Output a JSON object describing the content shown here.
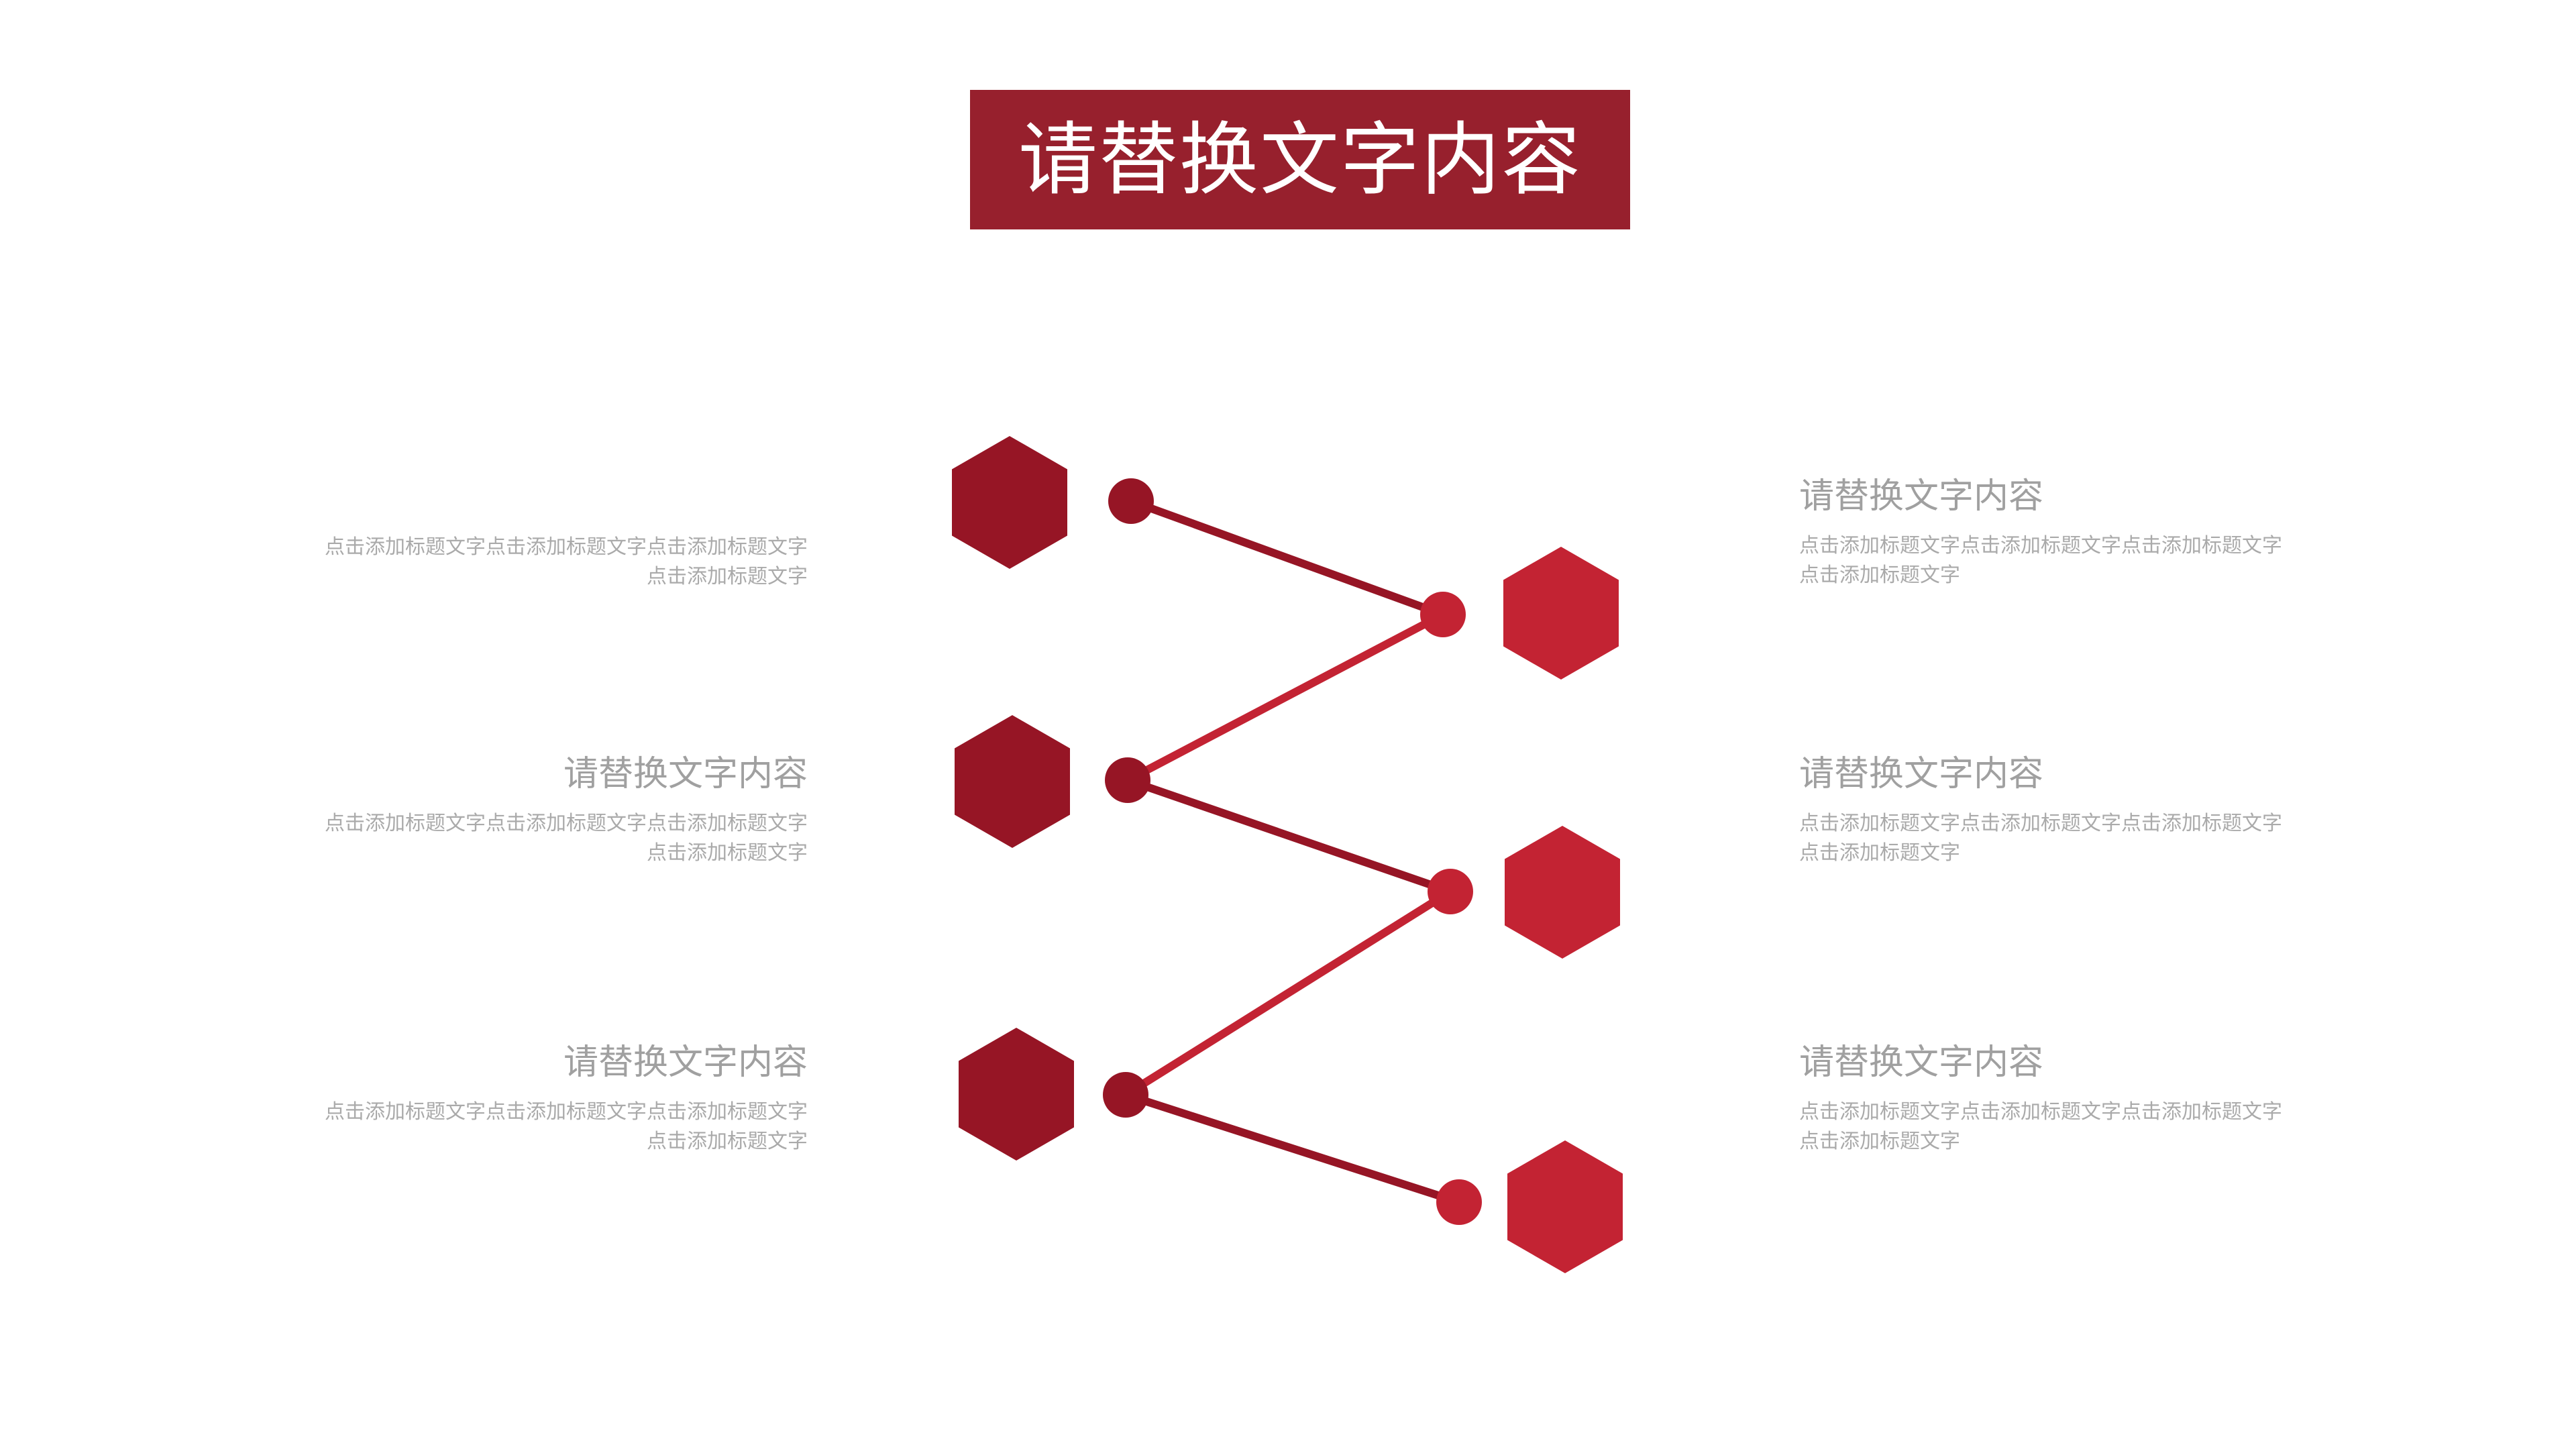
{
  "slide": {
    "title": "请替换文字内容",
    "colors": {
      "title_bg": "#97202d",
      "title_text": "#ffffff",
      "hex_dark": "#961525",
      "hex_light": "#c32333",
      "line_dark": "#961525",
      "line_light": "#c32333",
      "heading_text": "#a0a0a0",
      "body_text": "#aaaaaa"
    }
  },
  "left_items": [
    {
      "heading": "",
      "body": "点击添加标题文字点击添加标题文字点击添加标题文字点击添加标题文字"
    },
    {
      "heading": "请替换文字内容",
      "body": "点击添加标题文字点击添加标题文字点击添加标题文字点击添加标题文字"
    },
    {
      "heading": "请替换文字内容",
      "body": "点击添加标题文字点击添加标题文字点击添加标题文字点击添加标题文字"
    }
  ],
  "right_items": [
    {
      "heading": "请替换文字内容",
      "body": "点击添加标题文字点击添加标题文字点击添加标题文字点击添加标题文字"
    },
    {
      "heading": "请替换文字内容",
      "body": "点击添加标题文字点击添加标题文字点击添加标题文字点击添加标题文字"
    },
    {
      "heading": "请替换文字内容",
      "body": "点击添加标题文字点击添加标题文字点击添加标题文字点击添加标题文字"
    }
  ]
}
